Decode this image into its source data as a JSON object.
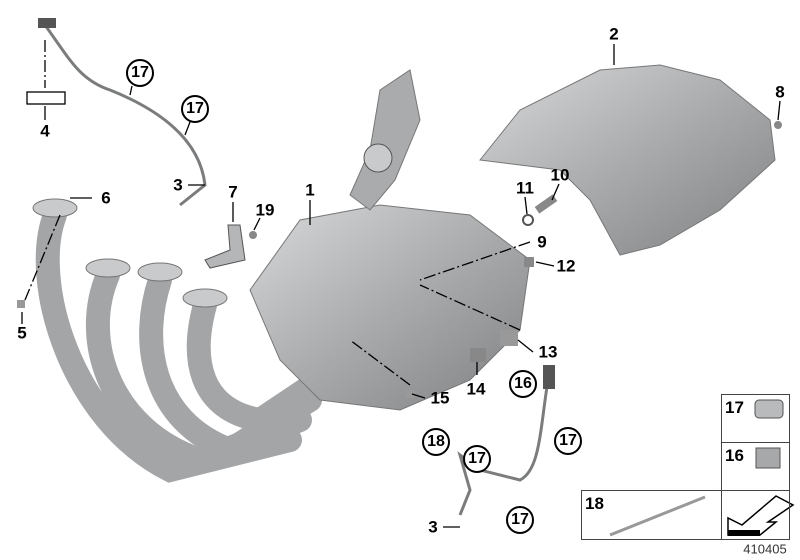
{
  "diagram_number": "410405",
  "callouts": [
    {
      "id": "2",
      "text": "2"
    },
    {
      "id": "4",
      "text": "4"
    },
    {
      "id": "3a",
      "text": "3"
    },
    {
      "id": "6",
      "text": "6"
    },
    {
      "id": "7",
      "text": "7"
    },
    {
      "id": "19",
      "text": "19"
    },
    {
      "id": "1",
      "text": "1"
    },
    {
      "id": "11",
      "text": "11"
    },
    {
      "id": "10",
      "text": "10"
    },
    {
      "id": "8",
      "text": "8"
    },
    {
      "id": "9",
      "text": "9"
    },
    {
      "id": "12",
      "text": "12"
    },
    {
      "id": "5",
      "text": "5"
    },
    {
      "id": "13",
      "text": "13"
    },
    {
      "id": "14",
      "text": "14"
    },
    {
      "id": "15",
      "text": "15"
    },
    {
      "id": "3b",
      "text": "3"
    }
  ],
  "circled_callouts": [
    {
      "text": "17"
    },
    {
      "text": "17"
    },
    {
      "text": "16"
    },
    {
      "text": "18"
    },
    {
      "text": "17"
    },
    {
      "text": "17"
    },
    {
      "text": "17"
    }
  ],
  "legend": {
    "item_17": "17",
    "item_16": "16",
    "item_18": "18",
    "symbol": "arrow-symbol"
  },
  "colors": {
    "part_fill": "#b4b6b8",
    "part_dark": "#8a8c8e",
    "line": "#000000"
  }
}
